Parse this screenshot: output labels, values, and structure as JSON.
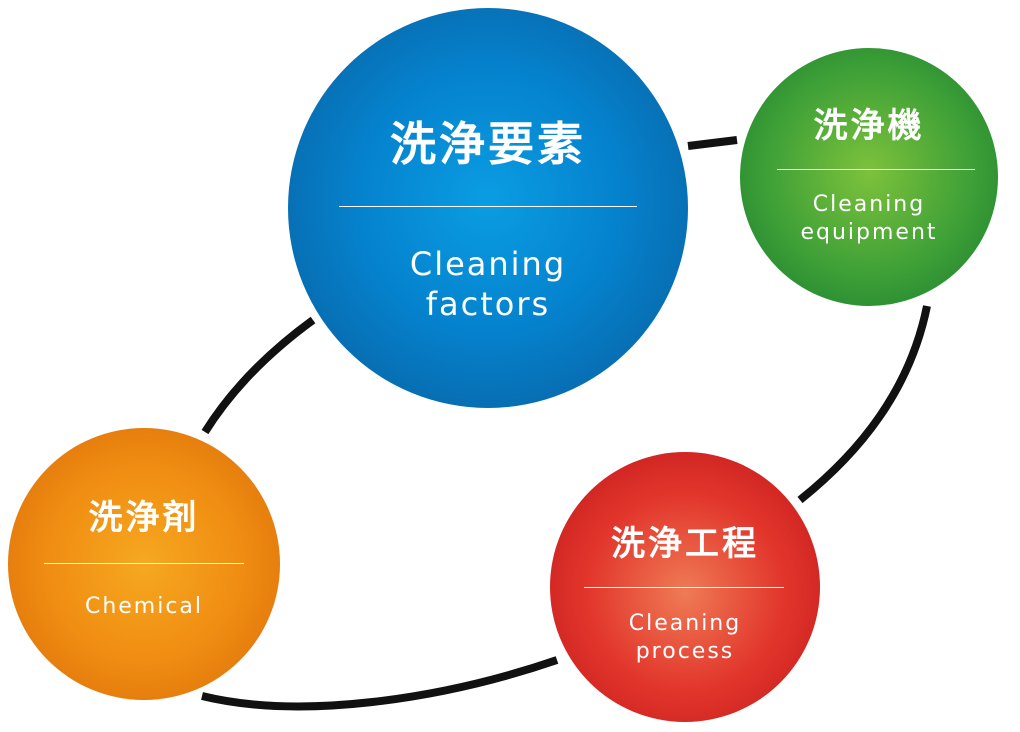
{
  "diagram": {
    "nodes": {
      "main": {
        "title": "洗浄要素",
        "subtitle": "Cleaning\nfactors",
        "color": "#0582cd"
      },
      "equipment": {
        "title": "洗浄機",
        "subtitle": "Cleaning\nequipment",
        "color": "#3ea037"
      },
      "chemical": {
        "title": "洗浄剤",
        "subtitle": "Chemical",
        "color": "#f08d12"
      },
      "process": {
        "title": "洗浄工程",
        "subtitle": "Cleaning\nprocess",
        "color": "#e2362c"
      }
    },
    "connector_color": "#111111"
  }
}
